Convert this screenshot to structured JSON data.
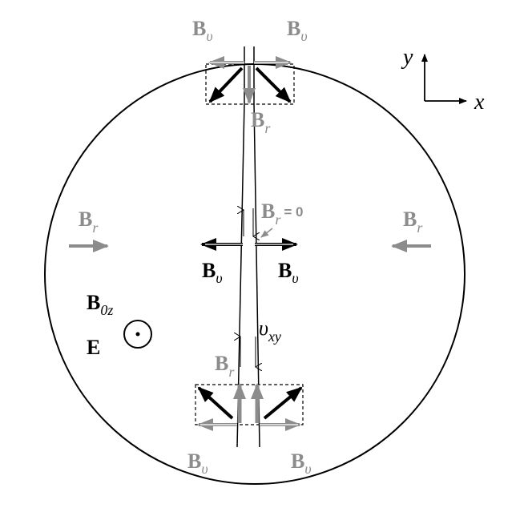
{
  "axes": {
    "x": "x",
    "y": "y"
  },
  "labels": {
    "b_upsilon": {
      "main": "B",
      "sub": "υ"
    },
    "b_r": {
      "main": "B",
      "sub": "r"
    },
    "b_r_zero": {
      "main": "B",
      "sub": "r",
      "suffix": "= 0"
    },
    "b_0z": {
      "main": "B",
      "sub": "0z"
    },
    "e": "E",
    "v_xy": {
      "main": "υ",
      "sub": "xy"
    }
  },
  "colors": {
    "black": "#000000",
    "gray": "#8c8c8c",
    "light_gray": "#a8a8a8"
  }
}
